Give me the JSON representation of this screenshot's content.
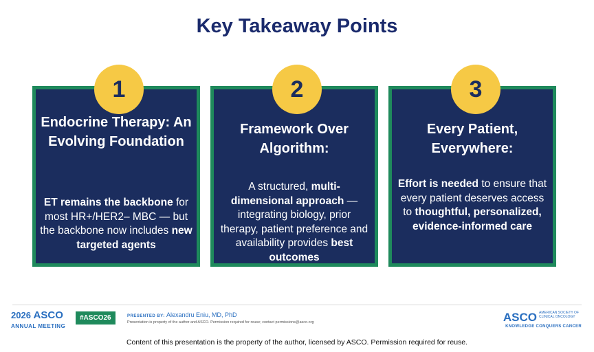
{
  "title": "Key Takeaway Points",
  "cards": [
    {
      "number": "1",
      "heading": "Endocrine Therapy: An Evolving Foundation",
      "body": [
        {
          "b": "ET remains the backbone"
        },
        {
          "t": " for most HR+/HER2– MBC — but the backbone now includes "
        },
        {
          "b": "new targeted agents"
        }
      ]
    },
    {
      "number": "2",
      "heading": "Framework Over Algorithm:",
      "body": [
        {
          "t": "A structured, "
        },
        {
          "b": "multi-dimensional approach"
        },
        {
          "t": " — integrating biology, prior therapy, patient preference and availability provides "
        },
        {
          "b": "best outcomes"
        }
      ]
    },
    {
      "number": "3",
      "heading": "Every Patient, Everywhere:",
      "body": [
        {
          "b": "Effort is needed"
        },
        {
          "t": " to ensure that every patient deserves access to "
        },
        {
          "b": "thoughtful, personalized, evidence-informed care"
        }
      ]
    }
  ],
  "footer": {
    "meeting_year": "2026",
    "meeting_name": "ASCO",
    "meeting_sub": "ANNUAL MEETING",
    "hashtag": "#ASCO26",
    "presented_by_label": "PRESENTED BY:",
    "presenter": "Alexandru Eniu, MD, PhD",
    "presenter_note": "Presentation is property of the author and ASCO. Permission required for reuse; contact permissions@asco.org",
    "logo": "ASCO",
    "society": "AMERICAN SOCIETY OF CLINICAL ONCOLOGY",
    "tagline": "KNOWLEDGE CONQUERS CANCER",
    "copyright": "Content of this presentation is the property of the author, licensed by ASCO. Permission required for reuse."
  },
  "colors": {
    "navy": "#1b2d5e",
    "green": "#1f8a5c",
    "gold": "#f6c945",
    "title": "#1a2a6c"
  }
}
